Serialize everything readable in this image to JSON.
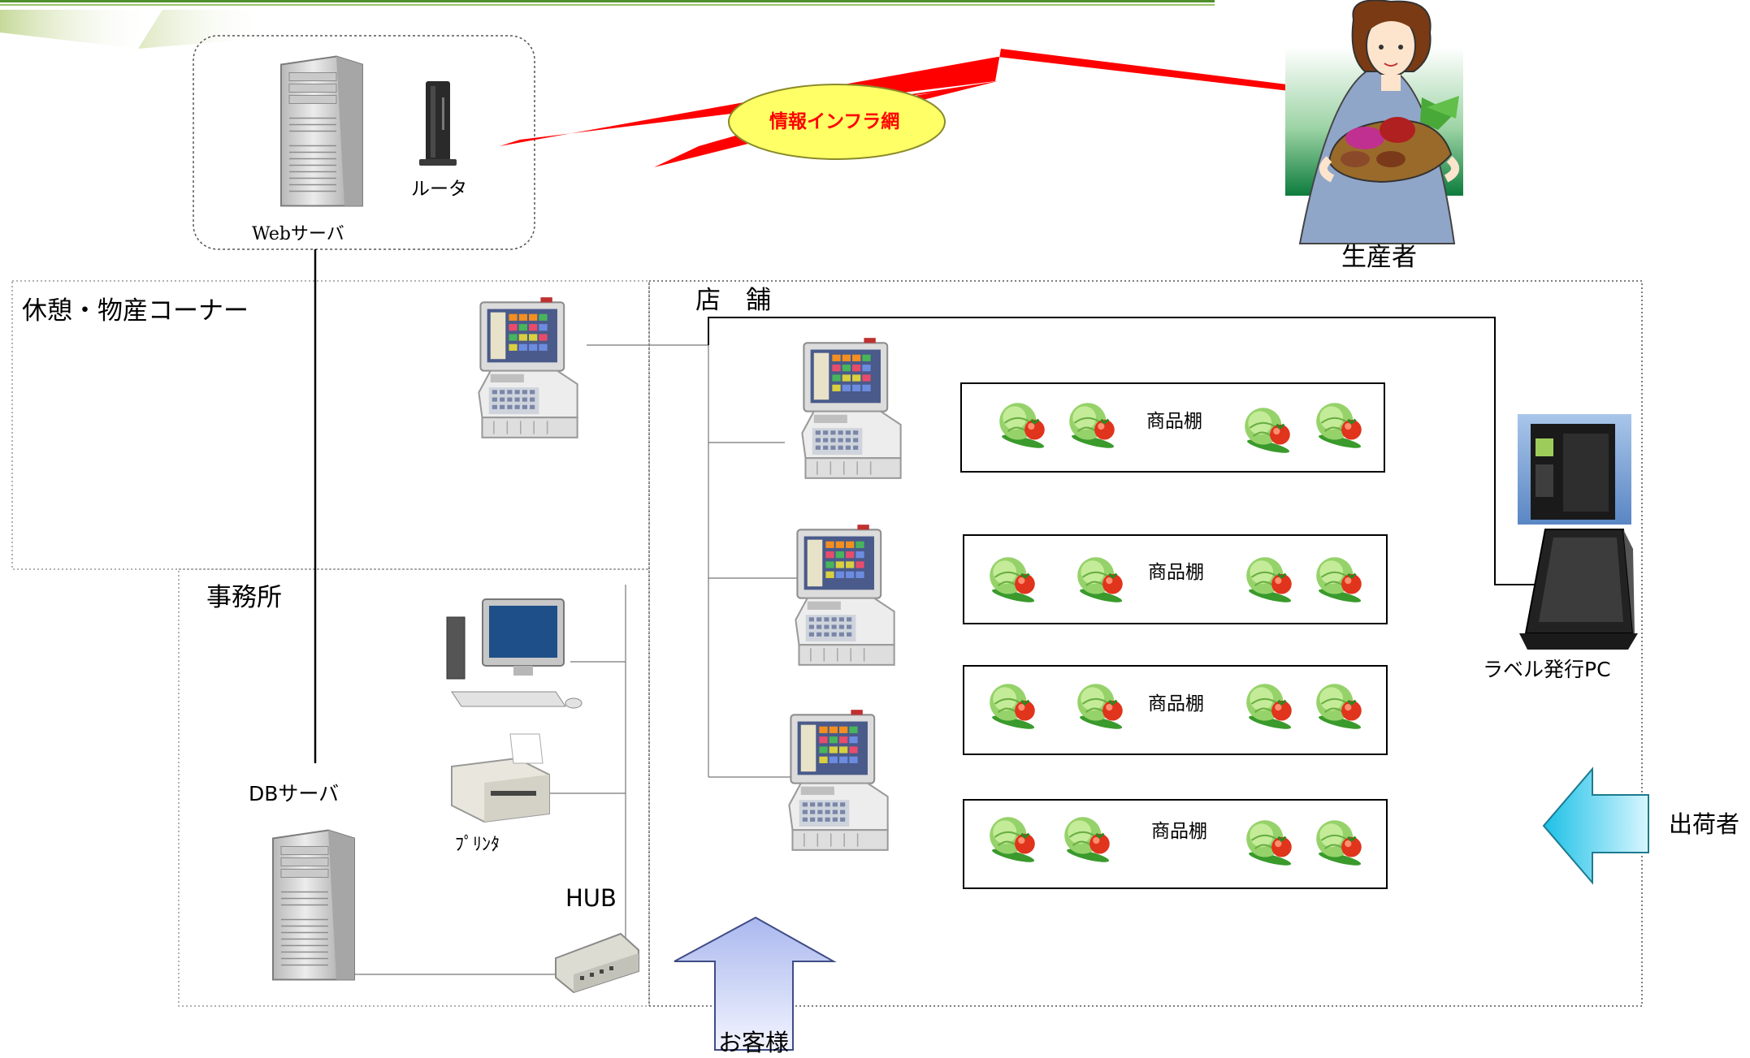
{
  "infra": {
    "network_label": "情報インフラ網"
  },
  "web_zone": {
    "server_label": "Webサーバ",
    "router_label": "ルータ"
  },
  "producer": {
    "label": "生産者"
  },
  "lounge": {
    "title": "休憩・物産コーナー"
  },
  "store": {
    "title": "店　舗",
    "shelf_label": "商品棚"
  },
  "office": {
    "title": "事務所",
    "db_label": "DBサーバ",
    "printer_label": "ﾌﾟﾘﾝﾀ",
    "hub_label": "HUB"
  },
  "label_pc": {
    "label": "ラベル発行PC"
  },
  "shipper": {
    "label": "出荷者"
  },
  "customer": {
    "label": "お客様"
  },
  "colors": {
    "lightning": "#ff0000",
    "bubble": "#ffff66",
    "network_text": "#ff0000",
    "arrow_customer": "#c8d4f4",
    "arrow_shipper": "#22c8e6",
    "header_stripe": "#4f8f2a"
  }
}
